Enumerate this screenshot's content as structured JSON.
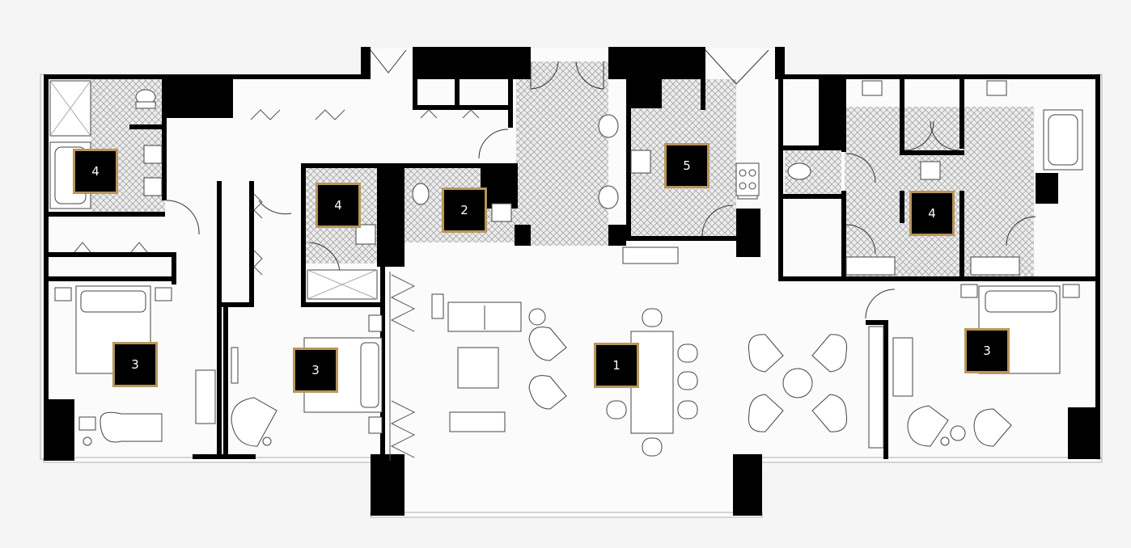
{
  "floorplan": {
    "colors": {
      "background": "#f5f5f5",
      "wall": "#000000",
      "badge_fill": "#000000",
      "badge_border": "#b8965a",
      "badge_text": "#ffffff",
      "tile_hatch": "#9a9a9a"
    },
    "room_labels": [
      {
        "id": "living-dining",
        "number": "1"
      },
      {
        "id": "powder-room",
        "number": "2"
      },
      {
        "id": "bedroom-west",
        "number": "3"
      },
      {
        "id": "bedroom-middle",
        "number": "3"
      },
      {
        "id": "bedroom-east",
        "number": "3"
      },
      {
        "id": "bath-west",
        "number": "4"
      },
      {
        "id": "bath-middle",
        "number": "4"
      },
      {
        "id": "bath-east",
        "number": "4"
      },
      {
        "id": "kitchen",
        "number": "5"
      }
    ]
  }
}
